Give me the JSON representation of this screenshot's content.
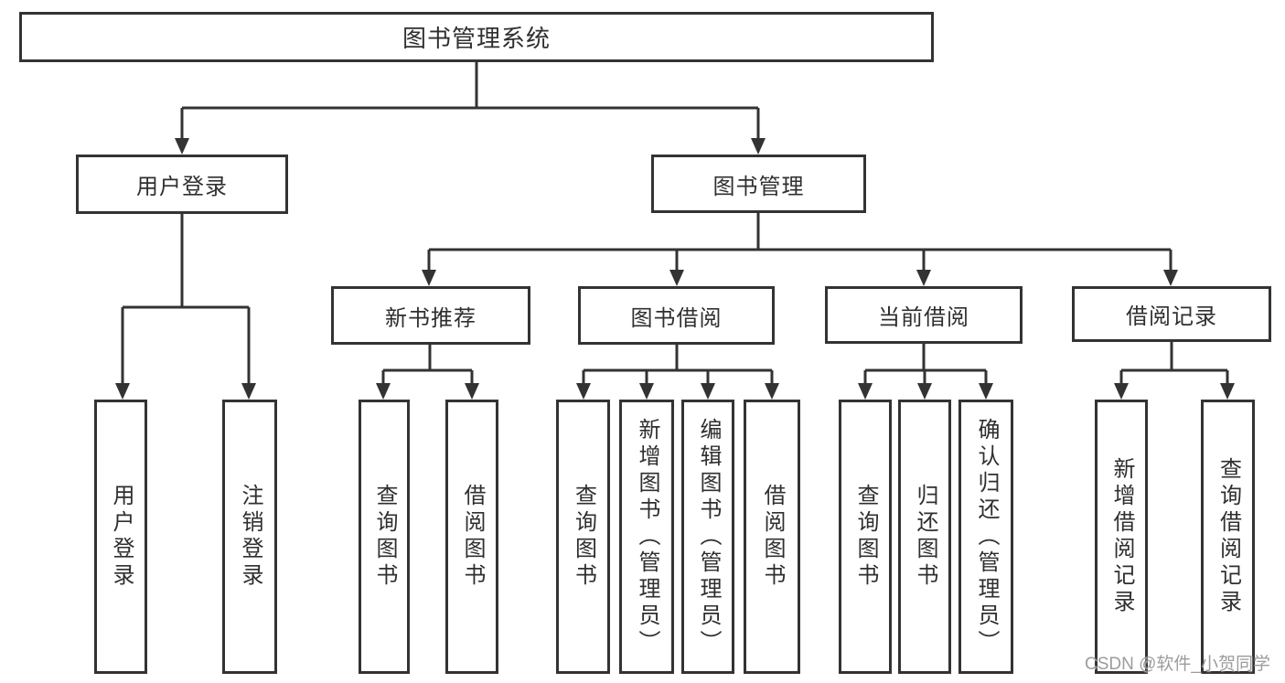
{
  "diagram": {
    "root": {
      "label": "图书管理系统"
    },
    "user_login": {
      "label": "用户登录",
      "children": [
        "用户登录",
        "注销登录"
      ]
    },
    "book_mgmt": {
      "label": "图书管理",
      "sections": {
        "new_book_rec": {
          "label": "新书推荐",
          "children": [
            "查询图书",
            "借阅图书"
          ]
        },
        "book_borrow": {
          "label": "图书借阅",
          "children": [
            "查询图书",
            "新增图书（管理员）",
            "编辑图书（管理员）",
            "借阅图书"
          ]
        },
        "current_borrow": {
          "label": "当前借阅",
          "children": [
            "查询图书",
            "归还图书",
            "确认归还（管理员）"
          ]
        },
        "borrow_records": {
          "label": "借阅记录",
          "children": [
            "新增借阅记录",
            "查询借阅记录"
          ]
        }
      }
    }
  },
  "watermark": "CSDN @软件_小贺同学",
  "colors": {
    "line": "#333333",
    "box_border": "#333333",
    "box_fill": "#ffffff",
    "text": "#2f2f2f",
    "watermark": "#919191",
    "background": "#ffffff"
  }
}
